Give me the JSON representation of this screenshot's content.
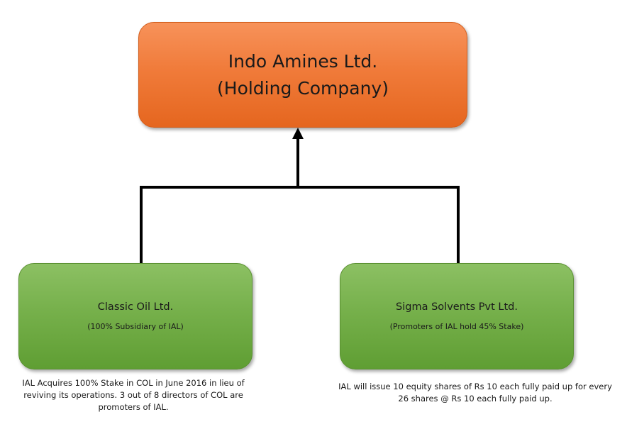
{
  "holding": {
    "name": "Indo Amines Ltd.",
    "role": "(Holding Company)"
  },
  "subsidiaries": [
    {
      "name": "Classic Oil Ltd.",
      "note": "(100% Subsidiary of IAL)",
      "caption": "IAL Acquires 100% Stake in COL in June 2016 in lieu of reviving its operations. 3 out of 8 directors of COL are promoters of IAL."
    },
    {
      "name": "Sigma Solvents Pvt Ltd.",
      "note": "(Promoters of IAL hold 45% Stake)",
      "caption": "IAL will issue 10 equity shares of Rs 10 each fully paid up for every 26 shares @ Rs 10 each fully paid up."
    }
  ],
  "colors": {
    "holding_box": "#f07b3a",
    "subsidiary_box": "#76b04b",
    "connector": "#000000"
  }
}
